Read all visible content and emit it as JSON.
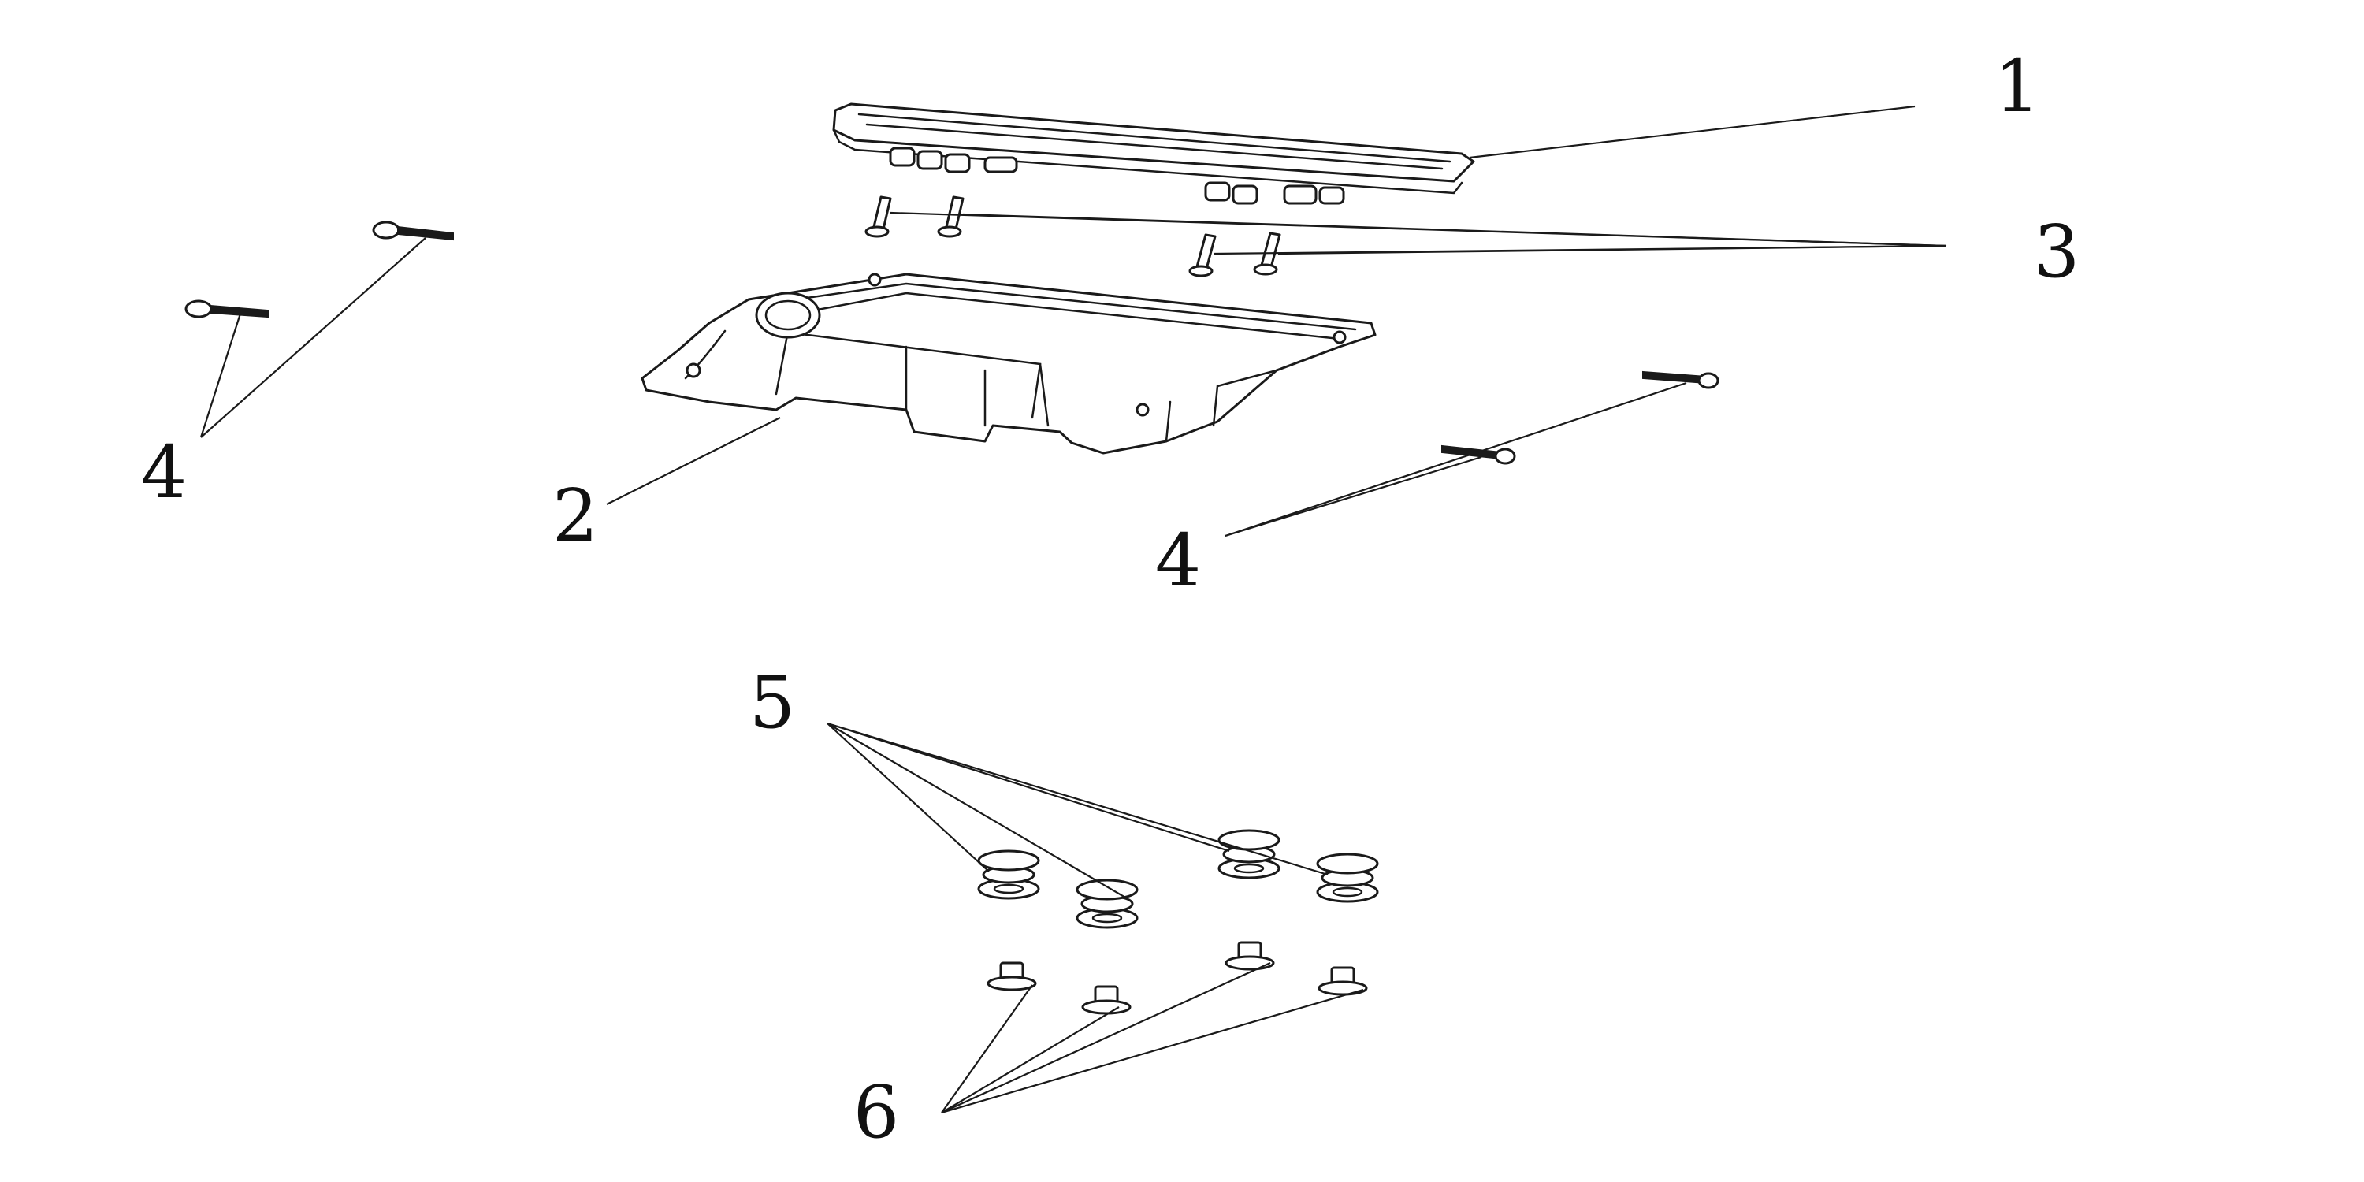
{
  "diagram": {
    "labels": {
      "part_1": "1",
      "part_2": "2",
      "part_3": "3",
      "part_4_left": "4",
      "part_4_right": "4",
      "part_5": "5",
      "part_6": "6"
    },
    "colors": {
      "line": "#1a1a1a",
      "background": "#ffffff"
    }
  }
}
